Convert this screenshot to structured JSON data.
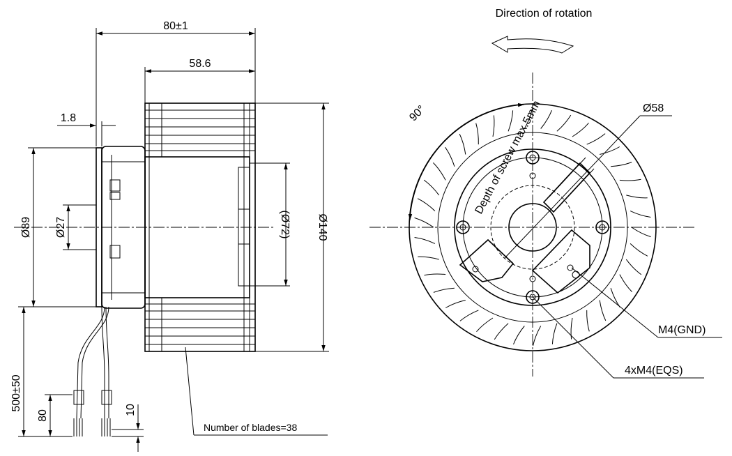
{
  "side_view": {
    "dim_overall_width": "80±1",
    "dim_impeller_width": "58.6",
    "dim_flange": "1.8",
    "dim_motor_dia": "Ø89",
    "dim_hub_dia": "Ø27",
    "dim_inner_dia": "(Ø72)",
    "dim_impeller_dia": "Ø140",
    "dim_cable_length": "500±50",
    "dim_cable_strip": "80",
    "dim_wire_strip": "10",
    "blades_note": "Number of blades=38"
  },
  "front_view": {
    "rotation_label": "Direction of rotation",
    "angle_label": "90°",
    "dim_shaft_dia": "Ø58",
    "ground_label": "M4(GND)",
    "screws_label": "4xM4(EQS)",
    "screw_depth_note": "Depth of screw max.5mm"
  }
}
